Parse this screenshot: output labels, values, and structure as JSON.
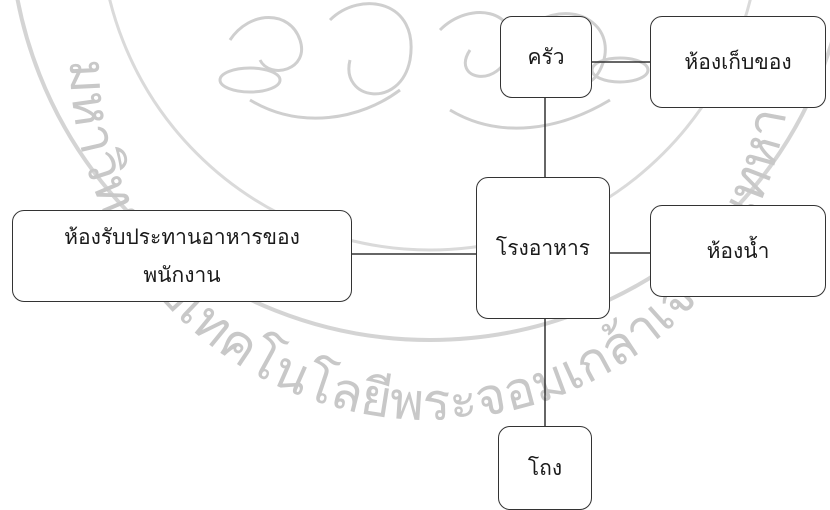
{
  "diagram": {
    "nodes": {
      "kitchen": "ครัว",
      "storage": "ห้องเก็บของ",
      "canteen": "โรงอาหาร",
      "staff_dining": "ห้องรับประทานอาหารของพนักงาน",
      "toilet": "ห้องน้ำ",
      "stall": "โถง"
    },
    "edges": [
      [
        "kitchen",
        "storage"
      ],
      [
        "kitchen",
        "canteen"
      ],
      [
        "staff_dining",
        "canteen"
      ],
      [
        "canteen",
        "toilet"
      ],
      [
        "canteen",
        "stall"
      ]
    ]
  },
  "watermark": {
    "text": "มหาวิทยาลัยเทคโนโลยีพระจอมเกล้าเจ้าคุณทหารลาดกระบัง",
    "color": "#bdbdbd"
  }
}
